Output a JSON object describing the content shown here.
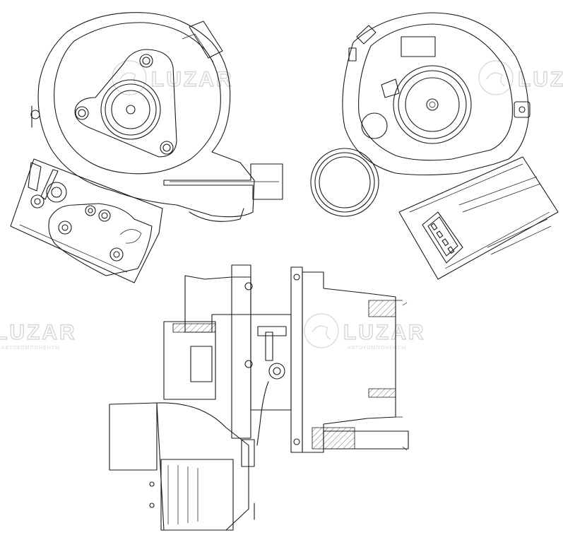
{
  "watermark": {
    "brand": "LUZAR",
    "tagline": "АВТОКОМПОНЕНТЫ"
  },
  "views": [
    {
      "id": "front-compressor-view"
    },
    {
      "id": "rear-turbine-view"
    },
    {
      "id": "side-section-view"
    }
  ],
  "colors": {
    "line": "#1a1a1a",
    "watermark": "#d6d6d6",
    "background": "#ffffff"
  }
}
